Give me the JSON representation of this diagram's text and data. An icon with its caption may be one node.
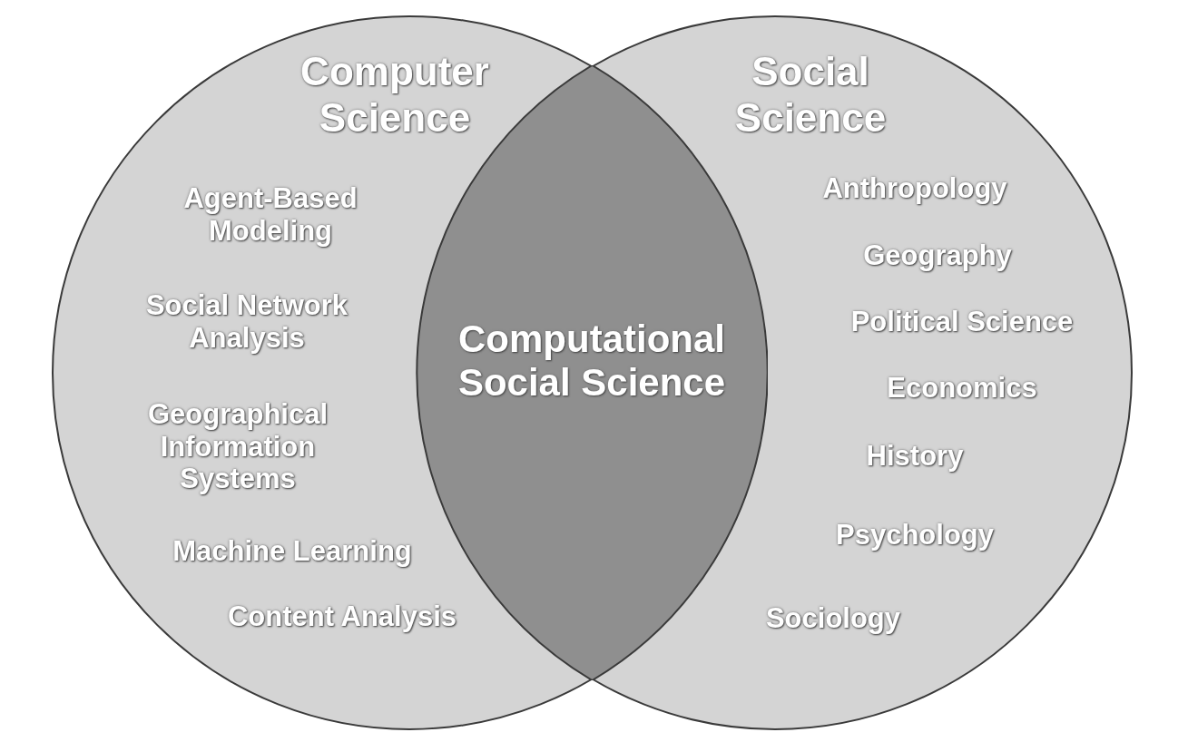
{
  "diagram": {
    "nodes": [
      {
        "text": [
          "Computer Science",
          "Agent-Based Modeling",
          "Social Network Analysis",
          "Geographical Information Systems",
          "Machine Learning",
          "Content Analysis"
        ]
      },
      {
        "text": [
          "Social Science",
          "Anthropology",
          "Geography",
          "Political Science",
          "Economics",
          "History",
          "Psychology",
          "Sociology"
        ]
      },
      {
        "text": [
          "Computational Social Science"
        ]
      }
    ]
  }
}
